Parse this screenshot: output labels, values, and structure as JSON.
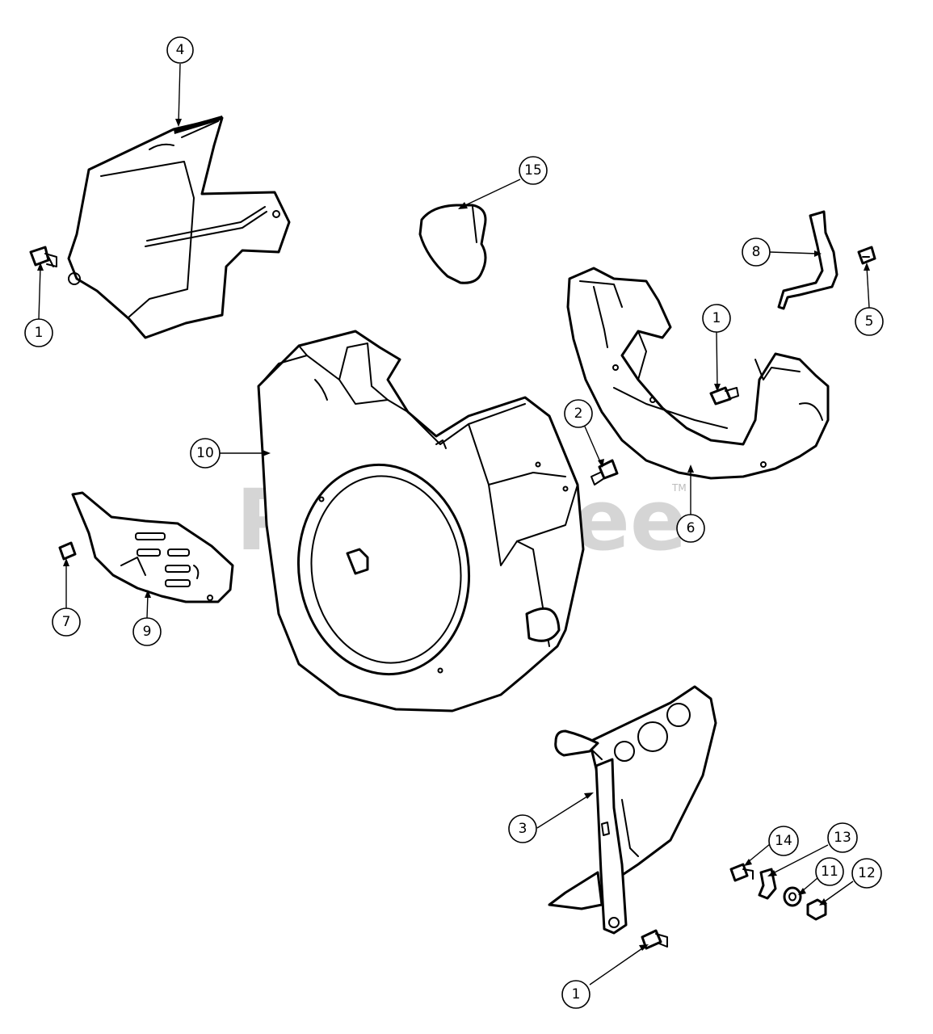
{
  "watermark": {
    "text": "PartsTree",
    "trademark": "TM"
  },
  "callouts": [
    {
      "id": "c-4",
      "label": "4"
    },
    {
      "id": "c-15",
      "label": "15"
    },
    {
      "id": "c-8",
      "label": "8"
    },
    {
      "id": "c-1a",
      "label": "1"
    },
    {
      "id": "c-1b",
      "label": "1"
    },
    {
      "id": "c-5",
      "label": "5"
    },
    {
      "id": "c-10",
      "label": "10"
    },
    {
      "id": "c-2",
      "label": "2"
    },
    {
      "id": "c-6",
      "label": "6"
    },
    {
      "id": "c-7",
      "label": "7"
    },
    {
      "id": "c-9",
      "label": "9"
    },
    {
      "id": "c-3",
      "label": "3"
    },
    {
      "id": "c-14",
      "label": "14"
    },
    {
      "id": "c-13",
      "label": "13"
    },
    {
      "id": "c-11",
      "label": "11"
    },
    {
      "id": "c-12",
      "label": "12"
    },
    {
      "id": "c-1c",
      "label": "1"
    }
  ]
}
